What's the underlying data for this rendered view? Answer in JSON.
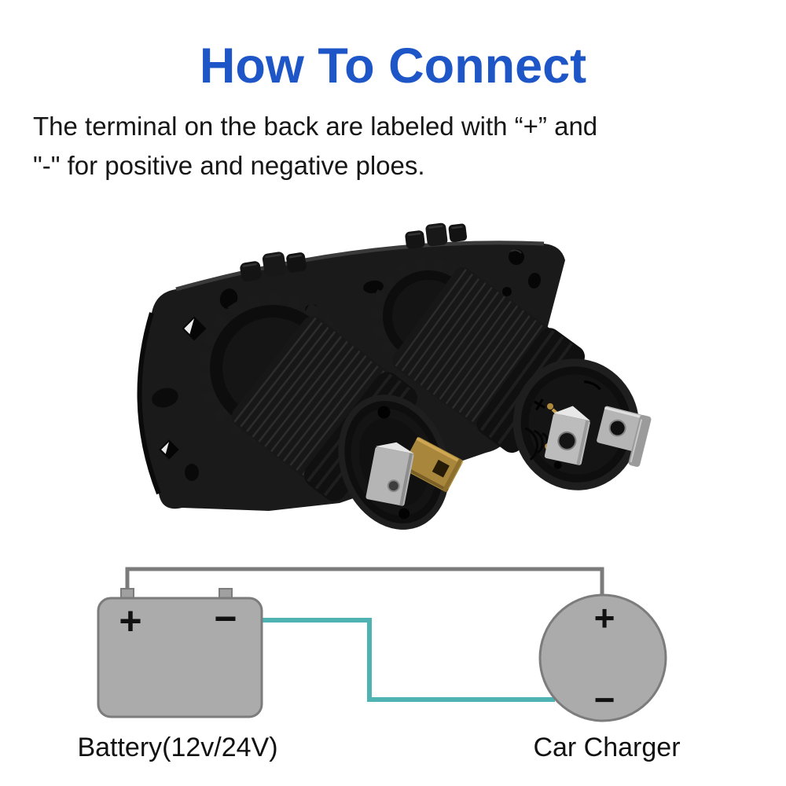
{
  "title": {
    "text": "How To Connect",
    "color": "#1e56c8"
  },
  "description": {
    "line1": "The terminal on the back are labeled with “+” and",
    "line2": "\"-\" for positive and negative ploes."
  },
  "photo": {
    "subject": "dual 12V cigarette-lighter socket panel, back view",
    "plate_color": "#1a1a1a",
    "socket_color": "#171717",
    "brass_terminal_color": "#a8863c",
    "steel_terminal_color": "#bcbcbc"
  },
  "diagram": {
    "battery": {
      "label": "Battery(12v/24V)",
      "plus": "+",
      "minus": "−",
      "fill": "#ababab",
      "stroke": "#7c7c7c"
    },
    "charger": {
      "label": "Car Charger",
      "plus": "+",
      "minus": "−",
      "fill": "#ababab",
      "stroke": "#7c7c7c"
    },
    "wire_positive_color": "#7b7b7b",
    "wire_negative_color": "#4fb3b3",
    "label_color": "#111111"
  }
}
